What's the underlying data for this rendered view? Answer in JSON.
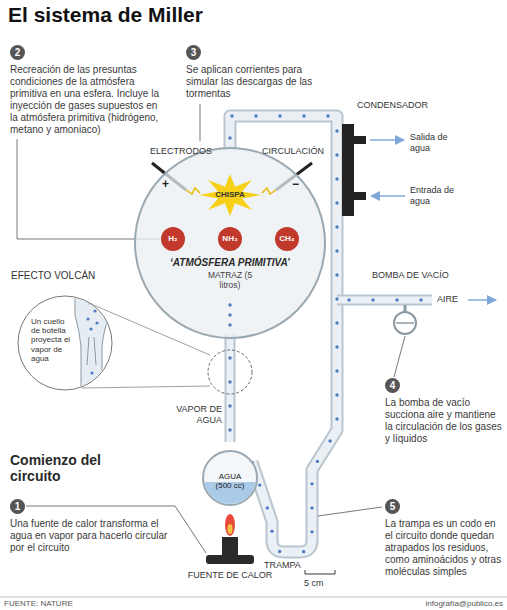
{
  "diagram": {
    "title": "El sistema de Miller",
    "nodes": [
      {
        "text": [
          "2",
          "Recreación de las presuntas condiciones de la atmósfera primitiva en una esfera. Incluye la inyección de gases supuestos en la atmósfera primitiva (hidrógeno, metano y amoniaco)"
        ]
      },
      {
        "text": [
          "3",
          "Se aplican corrientes para simular las descargas de las tormentas"
        ]
      },
      {
        "text": [
          "‘ATMÓSFERA PRIMITIVA’",
          "MATRAZ (5 litros)"
        ]
      },
      {
        "text": [
          "CHISPA"
        ],
        "in": 2
      },
      {
        "text": [
          "H₂"
        ],
        "in": 2
      },
      {
        "text": [
          "NH₃"
        ],
        "in": 2
      },
      {
        "text": [
          "CH₄"
        ],
        "in": 2
      },
      {
        "text": [
          "EFECTO VOLCÁN",
          "Un cuello de botella proyecta el vapor de agua"
        ]
      },
      {
        "text": [
          "4",
          "La bomba de vacío succiona aire y mantiene la circulación de los gases y líquidos"
        ]
      },
      {
        "text": [
          "AGUA (500 cc)"
        ]
      },
      {
        "text": [
          "1",
          "Una fuente de calor transforma el agua en vapor para hacerlo circular por el circuito"
        ]
      },
      {
        "text": [
          "5",
          "La trampa es un codo en el circuito donde quedan atrapados los residuos, como aminoácidos y otras moléculas simples"
        ]
      }
    ],
    "edges": [
      {
        "from": 0,
        "to": 4,
        "arrow": "none"
      }
    ],
    "labels": [
      "+",
      "−",
      "ELECTRODOS",
      "CIRCULACIÓN",
      "CONDENSADOR",
      "Salida de agua",
      "Entrada de agua",
      "BOMBA DE VACÍO",
      "AIRE",
      "VAPOR DE AGUA",
      "Comienzo del circuito",
      "TRAMPA",
      "FUENTE DE CALOR",
      "5 cm",
      "FUENTE: NATURE",
      "infografía@publico.es"
    ]
  }
}
